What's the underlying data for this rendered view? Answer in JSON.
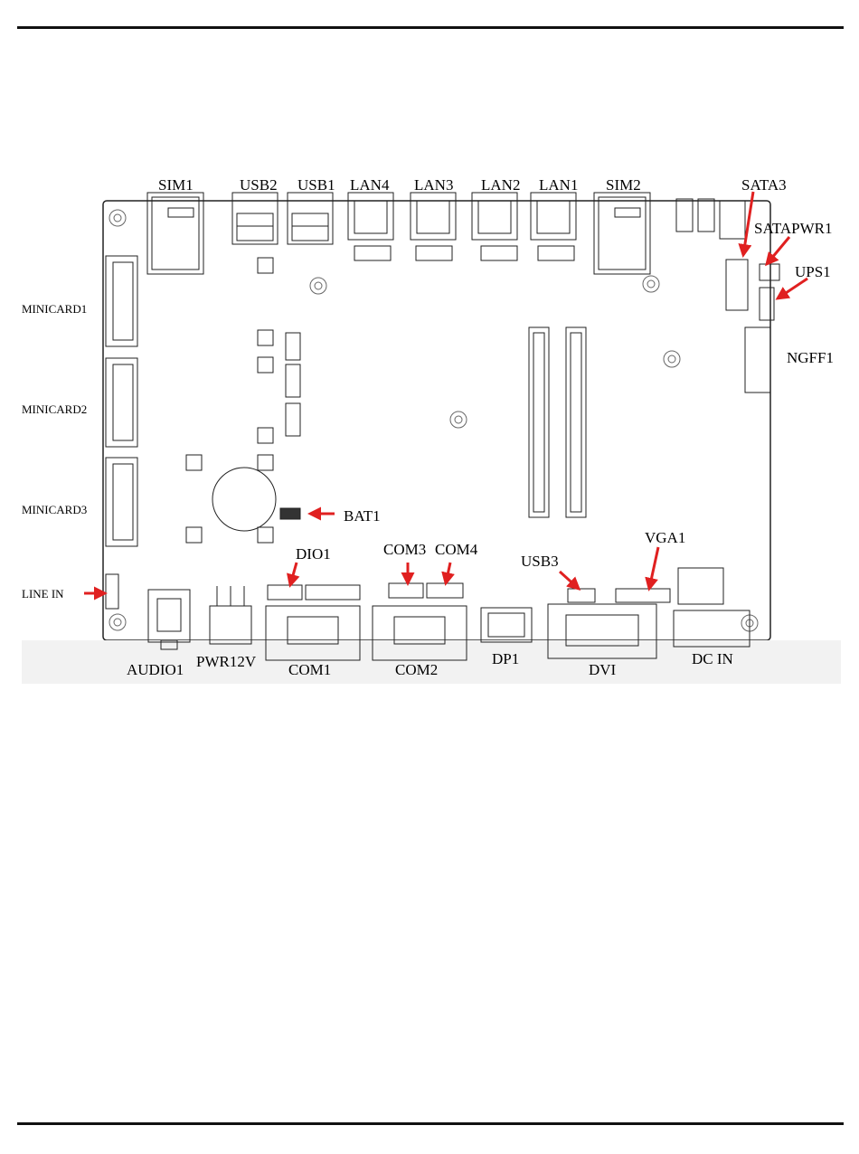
{
  "labels": {
    "sim1": "SIM1",
    "usb2": "USB2",
    "usb1": "USB1",
    "lan4": "LAN4",
    "lan3": "LAN3",
    "lan2": "LAN2",
    "lan1": "LAN1",
    "sim2": "SIM2",
    "sata3": "SATA3",
    "satapwr1": "SATAPWR1",
    "ups1": "UPS1",
    "ngff1": "NGFF1",
    "minicard1": "MINICARD1",
    "minicard2": "MINICARD2",
    "minicard3": "MINICARD3",
    "line_in": "LINE IN",
    "bat1": "BAT1",
    "dio1": "DIO1",
    "com3": "COM3",
    "com4": "COM4",
    "usb3": "USB3",
    "vga1": "VGA1",
    "audio1": "AUDIO1",
    "pwr12v": "PWR12V",
    "com1": "COM1",
    "com2": "COM2",
    "dp1": "DP1",
    "dvi": "DVI",
    "dc_in": "DC IN"
  },
  "colors": {
    "arrow": "#e02020",
    "line": "#222222",
    "board_bg": "#ffffff"
  }
}
